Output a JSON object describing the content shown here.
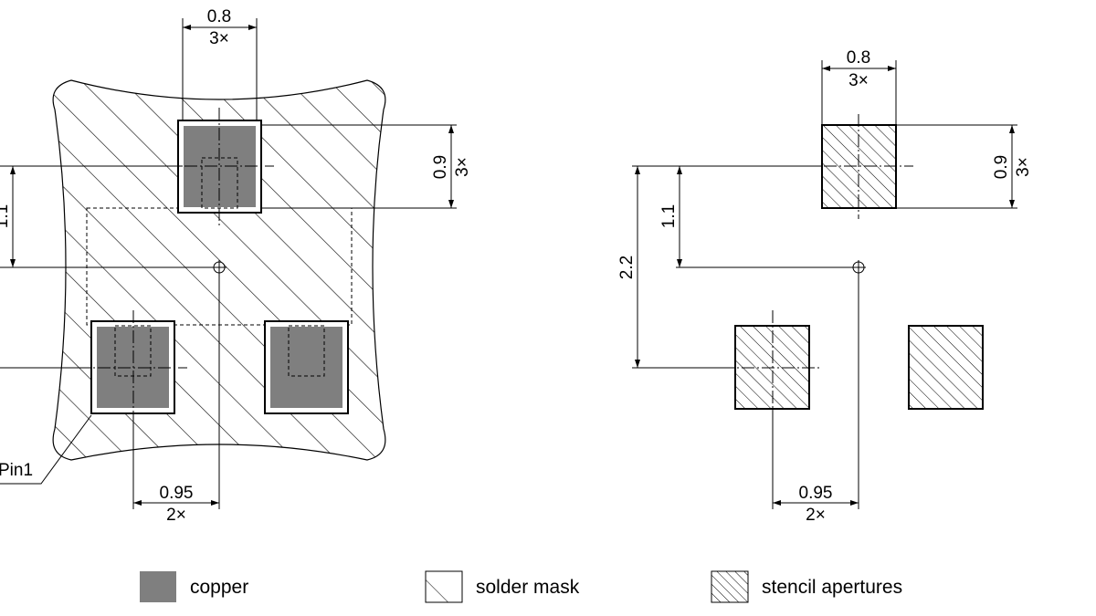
{
  "left_view": {
    "pad_width": "0.8",
    "pad_width_count": "3×",
    "pad_height": "0.9",
    "pad_height_count": "3×",
    "pad_offset_y": "1.1",
    "pad_pitch_x": "0.95",
    "pad_pitch_count": "2×",
    "pin1_label": "Pin1"
  },
  "right_view": {
    "pad_width": "0.8",
    "pad_width_count": "3×",
    "pad_height": "0.9",
    "pad_height_count": "3×",
    "pad_offset_y": "1.1",
    "pad_row_spacing": "2.2",
    "pad_pitch_x": "0.95",
    "pad_pitch_count": "2×"
  },
  "legend": [
    {
      "label": "copper",
      "swatch": "copper-fill",
      "color": "#7f7f7f"
    },
    {
      "label": "solder mask",
      "swatch": "single-hatch"
    },
    {
      "label": "stencil apertures",
      "swatch": "dense-hatch"
    }
  ],
  "colors": {
    "copper": "#7f7f7f",
    "line": "#000000",
    "background": "#ffffff"
  }
}
